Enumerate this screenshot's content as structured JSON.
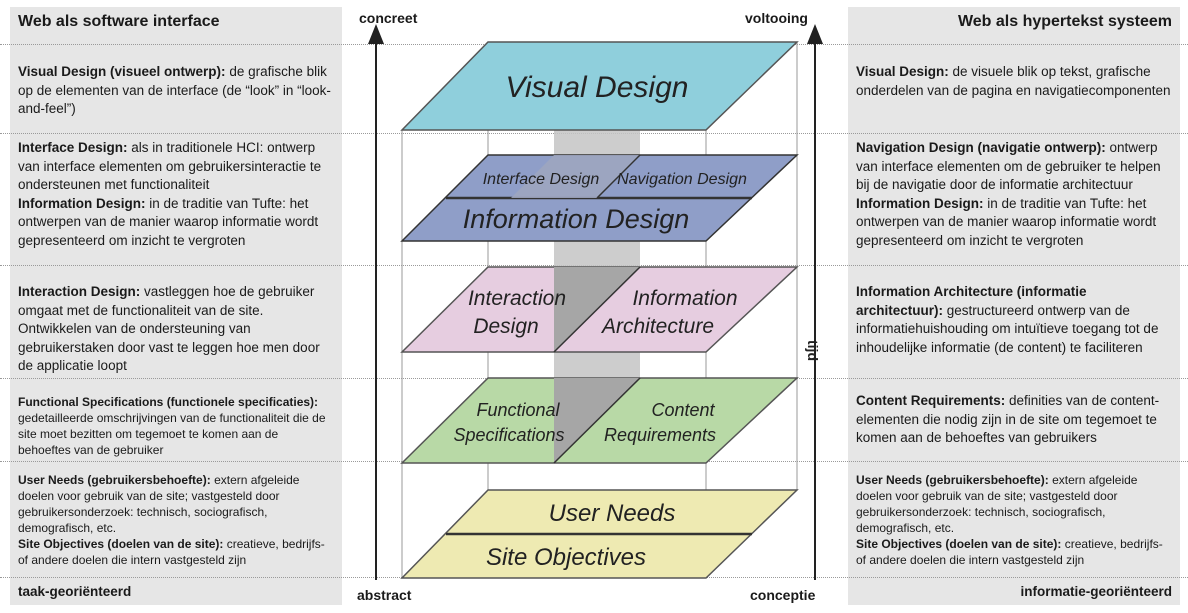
{
  "left_column": {
    "header": "Web als software interface",
    "footer": "taak-georiënteerd",
    "sections": [
      {
        "title": "Visual Design (visueel ontwerp):",
        "text": " de grafische blik op de elementen van de interface (de “look” in “look-and-feel”)"
      },
      {
        "title": "Interface Design:",
        "text": " als in traditionele HCI: ontwerp van interface elementen om gebruikersinteractie te ondersteunen met functionaliteit",
        "title2": "Information Design:",
        "text2": " in de traditie van Tufte: het ontwerpen van de manier waarop informatie wordt gepresenteerd om inzicht te vergroten"
      },
      {
        "title": "Interaction Design:",
        "text": " vastleggen hoe de gebruiker omgaat met de functionaliteit van de site. Ontwikkelen van de ondersteuning van gebruikerstaken door vast te leggen hoe men door de applicatie loopt"
      },
      {
        "title": "Functional Specifications (functionele specificaties):",
        "text": " gedetailleerde omschrijvingen van de functionaliteit die de site moet bezitten om tegemoet te komen aan de behoeftes van de gebruiker"
      },
      {
        "title": "User Needs (gebruikersbehoefte):",
        "text": " extern afgeleide doelen voor gebruik van de site; vastgesteld door gebruikersonderzoek: technisch, sociografisch, demografisch, etc.",
        "title2": "Site Objectives (doelen van de site):",
        "text2": " creatieve, bedrijfs- of andere doelen die intern vastgesteld zijn"
      }
    ]
  },
  "right_column": {
    "header": "Web als hypertekst systeem",
    "footer": "informatie-georiënteerd",
    "sections": [
      {
        "title": "Visual Design:",
        "text": " de visuele blik op tekst, grafische onderdelen van de pagina en navigatiecomponenten"
      },
      {
        "title": "Navigation Design (navigatie ontwerp):",
        "text": " ontwerp van interface elementen om de gebruiker te helpen bij de navigatie door de informatie architectuur",
        "title2": "Information Design:",
        "text2": " in de traditie van Tufte: het ontwerpen van de manier waarop informatie wordt gepresenteerd om inzicht te vergroten"
      },
      {
        "title": "Information Architecture (informatie architectuur):",
        "text": " gestructureerd ontwerp van de informatiehuishouding om intuïtieve toegang tot de inhoudelijke informatie (de content) te faciliteren"
      },
      {
        "title": "Content Requirements:",
        "text": " definities van de content-elementen die nodig zijn in de site om tegemoet te komen aan de behoeftes van gebruikers"
      },
      {
        "title": "User Needs (gebruikersbehoefte):",
        "text": " extern afgeleide doelen voor gebruik van de site; vastgesteld door gebruikersonderzoek: technisch, sociografisch, demografisch, etc.",
        "title2": "Site Objectives (doelen van de site):",
        "text2": " creatieve, bedrijfs- of andere doelen die intern vastgesteld zijn"
      }
    ]
  },
  "axis": {
    "top_left": "concreet",
    "bottom_left": "abstract",
    "top_right": "voltooing",
    "bottom_right": "conceptie",
    "time_label": "tijd"
  },
  "planes": {
    "visual_design": "Visual Design",
    "interface_design": "Interface Design",
    "navigation_design": "Navigation Design",
    "information_design": "Information Design",
    "interaction_design_1": "Interaction",
    "interaction_design_2": "Design",
    "information_architecture_1": "Information",
    "information_architecture_2": "Architecture",
    "functional_specifications_1": "Functional",
    "functional_specifications_2": "Specifications",
    "content_requirements_1": "Content",
    "content_requirements_2": "Requirements",
    "user_needs": "User Needs",
    "site_objectives": "Site Objectives"
  },
  "colors": {
    "visual": "#8fcfdc",
    "information": "#8f9ec8",
    "interaction": "#e6cde0",
    "functional": "#b8d9a6",
    "needs": "#eeeab2",
    "divider_band": "#a6a6a6",
    "column_bg": "#e6e6e6"
  }
}
